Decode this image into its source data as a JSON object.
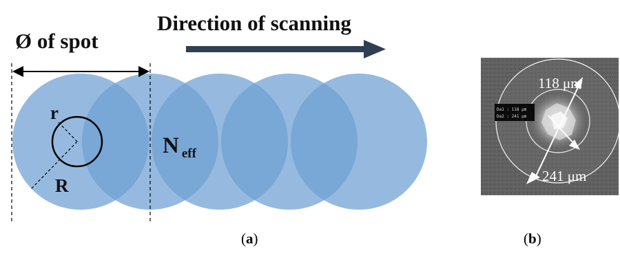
{
  "panel_a": {
    "spot_diameter_label": "Ø of spot",
    "scan_direction_label": "Direction of scanning",
    "inner_radius_label": "r",
    "outer_radius_label": "R",
    "overlap_label_main": "N",
    "overlap_label_sub": "eff",
    "spot_count": 5,
    "spot_color": "#6e9fd2",
    "arrow_color": "#2f3f54",
    "label": "a"
  },
  "panel_b": {
    "inner_diameter_label": "118 μm",
    "outer_diameter_label": "241 μm",
    "inset_line_1": "Da1 : 118 μm",
    "inset_line_2": "Da2 : 241 μm",
    "label": "b"
  }
}
